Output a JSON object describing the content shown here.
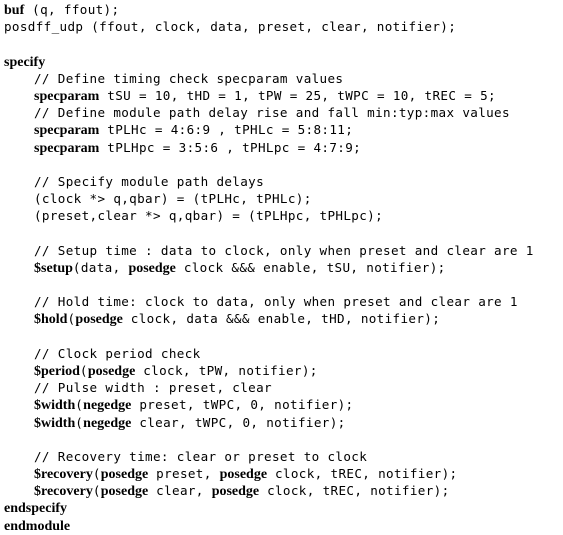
{
  "code_lines": [
    {
      "indent": 0,
      "parts": [
        {
          "kw": true,
          "text": "buf"
        },
        {
          "kw": false,
          "text": " (q, ffout);"
        }
      ]
    },
    {
      "indent": 0,
      "parts": [
        {
          "kw": false,
          "text": "posdff_udp (ffout, clock, data, preset, clear, notifier);"
        }
      ]
    },
    {
      "indent": 0,
      "parts": []
    },
    {
      "indent": 0,
      "parts": [
        {
          "kw": true,
          "text": "specify"
        }
      ]
    },
    {
      "indent": 1,
      "parts": [
        {
          "kw": false,
          "text": "// Define timing check specparam values"
        }
      ]
    },
    {
      "indent": 1,
      "parts": [
        {
          "kw": true,
          "text": "specparam"
        },
        {
          "kw": false,
          "text": " tSU = 10, tHD = 1, tPW = 25, tWPC = 10, tREC = 5;"
        }
      ]
    },
    {
      "indent": 1,
      "parts": [
        {
          "kw": false,
          "text": "// Define module path delay rise and fall min:typ:max values"
        }
      ]
    },
    {
      "indent": 1,
      "parts": [
        {
          "kw": true,
          "text": "specparam"
        },
        {
          "kw": false,
          "text": " tPLHc = 4:6:9 , tPHLc = 5:8:11;"
        }
      ]
    },
    {
      "indent": 1,
      "parts": [
        {
          "kw": true,
          "text": "specparam"
        },
        {
          "kw": false,
          "text": " tPLHpc = 3:5:6 , tPHLpc = 4:7:9;"
        }
      ]
    },
    {
      "indent": 0,
      "parts": []
    },
    {
      "indent": 1,
      "parts": [
        {
          "kw": false,
          "text": "// Specify module path delays"
        }
      ]
    },
    {
      "indent": 1,
      "parts": [
        {
          "kw": false,
          "text": "(clock *> q,qbar) = (tPLHc, tPHLc);"
        }
      ]
    },
    {
      "indent": 1,
      "parts": [
        {
          "kw": false,
          "text": "(preset,clear *> q,qbar) = (tPLHpc, tPHLpc);"
        }
      ]
    },
    {
      "indent": 0,
      "parts": []
    },
    {
      "indent": 1,
      "parts": [
        {
          "kw": false,
          "text": "// Setup time : data to clock, only when preset and clear are 1"
        }
      ]
    },
    {
      "indent": 1,
      "parts": [
        {
          "kw": true,
          "text": "$setup"
        },
        {
          "kw": false,
          "text": "(data, "
        },
        {
          "kw": true,
          "text": "posedge"
        },
        {
          "kw": false,
          "text": " clock &&& enable, tSU, notifier);"
        }
      ]
    },
    {
      "indent": 0,
      "parts": []
    },
    {
      "indent": 1,
      "parts": [
        {
          "kw": false,
          "text": "// Hold time: clock to data, only when preset and clear are 1"
        }
      ]
    },
    {
      "indent": 1,
      "parts": [
        {
          "kw": true,
          "text": "$hold"
        },
        {
          "kw": false,
          "text": "("
        },
        {
          "kw": true,
          "text": "posedge"
        },
        {
          "kw": false,
          "text": " clock, data &&& enable, tHD, notifier);"
        }
      ]
    },
    {
      "indent": 0,
      "parts": []
    },
    {
      "indent": 1,
      "parts": [
        {
          "kw": false,
          "text": "// Clock period check"
        }
      ]
    },
    {
      "indent": 1,
      "parts": [
        {
          "kw": true,
          "text": "$period"
        },
        {
          "kw": false,
          "text": "("
        },
        {
          "kw": true,
          "text": "posedge"
        },
        {
          "kw": false,
          "text": " clock, tPW, notifier);"
        }
      ]
    },
    {
      "indent": 1,
      "parts": [
        {
          "kw": false,
          "text": "// Pulse width : preset, clear"
        }
      ]
    },
    {
      "indent": 1,
      "parts": [
        {
          "kw": true,
          "text": "$width"
        },
        {
          "kw": false,
          "text": "("
        },
        {
          "kw": true,
          "text": "negedge"
        },
        {
          "kw": false,
          "text": " preset, tWPC, 0, notifier);"
        }
      ]
    },
    {
      "indent": 1,
      "parts": [
        {
          "kw": true,
          "text": "$width"
        },
        {
          "kw": false,
          "text": "("
        },
        {
          "kw": true,
          "text": "negedge"
        },
        {
          "kw": false,
          "text": " clear, tWPC, 0, notifier);"
        }
      ]
    },
    {
      "indent": 0,
      "parts": []
    },
    {
      "indent": 1,
      "parts": [
        {
          "kw": false,
          "text": "// Recovery time: clear or preset to clock"
        }
      ]
    },
    {
      "indent": 1,
      "parts": [
        {
          "kw": true,
          "text": "$recovery"
        },
        {
          "kw": false,
          "text": "("
        },
        {
          "kw": true,
          "text": "posedge"
        },
        {
          "kw": false,
          "text": " preset, "
        },
        {
          "kw": true,
          "text": "posedge"
        },
        {
          "kw": false,
          "text": " clock, tREC, notifier);"
        }
      ]
    },
    {
      "indent": 1,
      "parts": [
        {
          "kw": true,
          "text": "$recovery"
        },
        {
          "kw": false,
          "text": "("
        },
        {
          "kw": true,
          "text": "posedge"
        },
        {
          "kw": false,
          "text": " clear, "
        },
        {
          "kw": true,
          "text": "posedge"
        },
        {
          "kw": false,
          "text": " clock, tREC, notifier);"
        }
      ]
    },
    {
      "indent": 0,
      "parts": [
        {
          "kw": true,
          "text": "endspecify"
        }
      ]
    },
    {
      "indent": 0,
      "parts": [
        {
          "kw": true,
          "text": "endmodule"
        }
      ]
    }
  ]
}
